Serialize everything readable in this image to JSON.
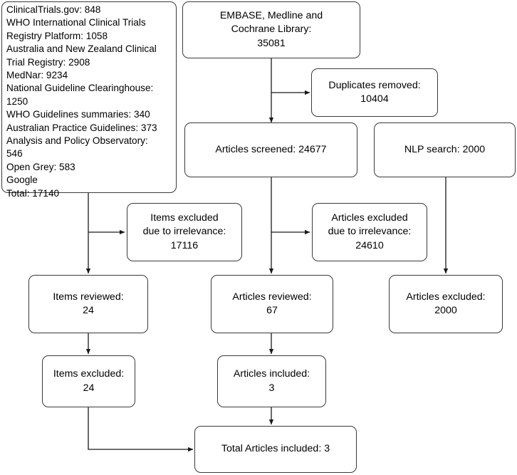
{
  "diagram": {
    "title": "Literature search and screening flow diagram",
    "type": "flowchart",
    "background_color": "#ffffff",
    "box_border_color": "#3a3a3a",
    "connector_color": "#1a1a1a"
  },
  "nodes": {
    "grey_literature_sources": {
      "label": "ClinicalTrials.gov: 848\nWHO International Clinical Trials\nRegistry Platform: 1058\nAustralia and New Zealand Clinical\nTrial Registry: 2908\nMedNar: 9234\nNational Guideline Clearinghouse:\n1250\nWHO Guidelines summaries: 340\nAustralian Practice Guidelines: 373\nAnalysis and Policy Observatory:\n546\nOpen Grey: 583\nGoogle\nTotal: 17140",
      "items": [
        {
          "source": "ClinicalTrials.gov",
          "count": "848"
        },
        {
          "source": "WHO International Clinical Trials Registry Platform",
          "count": "1058"
        },
        {
          "source": "Australia and New Zealand Clinical Trial Registry",
          "count": "2908"
        },
        {
          "source": "MedNar",
          "count": "9234"
        },
        {
          "source": "National Guideline Clearinghouse",
          "count": "1250"
        },
        {
          "source": "WHO Guidelines summaries",
          "count": "340"
        },
        {
          "source": "Australian Practice Guidelines",
          "count": "373"
        },
        {
          "source": "Analysis and Policy Observatory",
          "count": "546"
        },
        {
          "source": "Open Grey",
          "count": "583"
        },
        {
          "source": "Google",
          "count": ""
        },
        {
          "source": "Total",
          "count": "17140"
        }
      ]
    },
    "database_search": {
      "label": "EMBASE, Medline and\nCochrane Library:\n35081",
      "count": "35081"
    },
    "duplicates_removed": {
      "label": "Duplicates removed:\n10404",
      "count": "10404"
    },
    "articles_screened": {
      "label": "Articles screened: 24677",
      "count": "24677"
    },
    "nlp_search": {
      "label": "NLP search: 2000",
      "count": "2000"
    },
    "items_excluded_irrelevance": {
      "label": "Items excluded\ndue to irrelevance:\n17116",
      "count": "17116"
    },
    "articles_excluded_irrelevance": {
      "label": "Articles excluded\ndue to irrelevance:\n24610",
      "count": "24610"
    },
    "items_reviewed": {
      "label": "Items reviewed:\n24",
      "count": "24"
    },
    "articles_reviewed": {
      "label": "Articles reviewed:\n67",
      "count": "67"
    },
    "articles_excluded_nlp": {
      "label": "Articles excluded:\n2000",
      "count": "2000"
    },
    "items_excluded": {
      "label": "Items excluded:\n24",
      "count": "24"
    },
    "articles_included": {
      "label": "Articles included:\n3",
      "count": "3"
    },
    "total_articles_included": {
      "label": "Total Articles included: 3",
      "count": "3"
    }
  },
  "edges": [
    {
      "from": "database_search",
      "to": "duplicates_removed"
    },
    {
      "from": "database_search",
      "to": "articles_screened"
    },
    {
      "from": "grey_literature_sources",
      "to": "items_excluded_irrelevance"
    },
    {
      "from": "grey_literature_sources",
      "to": "items_reviewed"
    },
    {
      "from": "articles_screened",
      "to": "articles_excluded_irrelevance"
    },
    {
      "from": "articles_screened",
      "to": "articles_reviewed"
    },
    {
      "from": "nlp_search",
      "to": "articles_excluded_nlp"
    },
    {
      "from": "items_reviewed",
      "to": "items_excluded"
    },
    {
      "from": "articles_reviewed",
      "to": "articles_included"
    },
    {
      "from": "items_excluded",
      "to": "total_articles_included"
    },
    {
      "from": "articles_included",
      "to": "total_articles_included"
    }
  ]
}
